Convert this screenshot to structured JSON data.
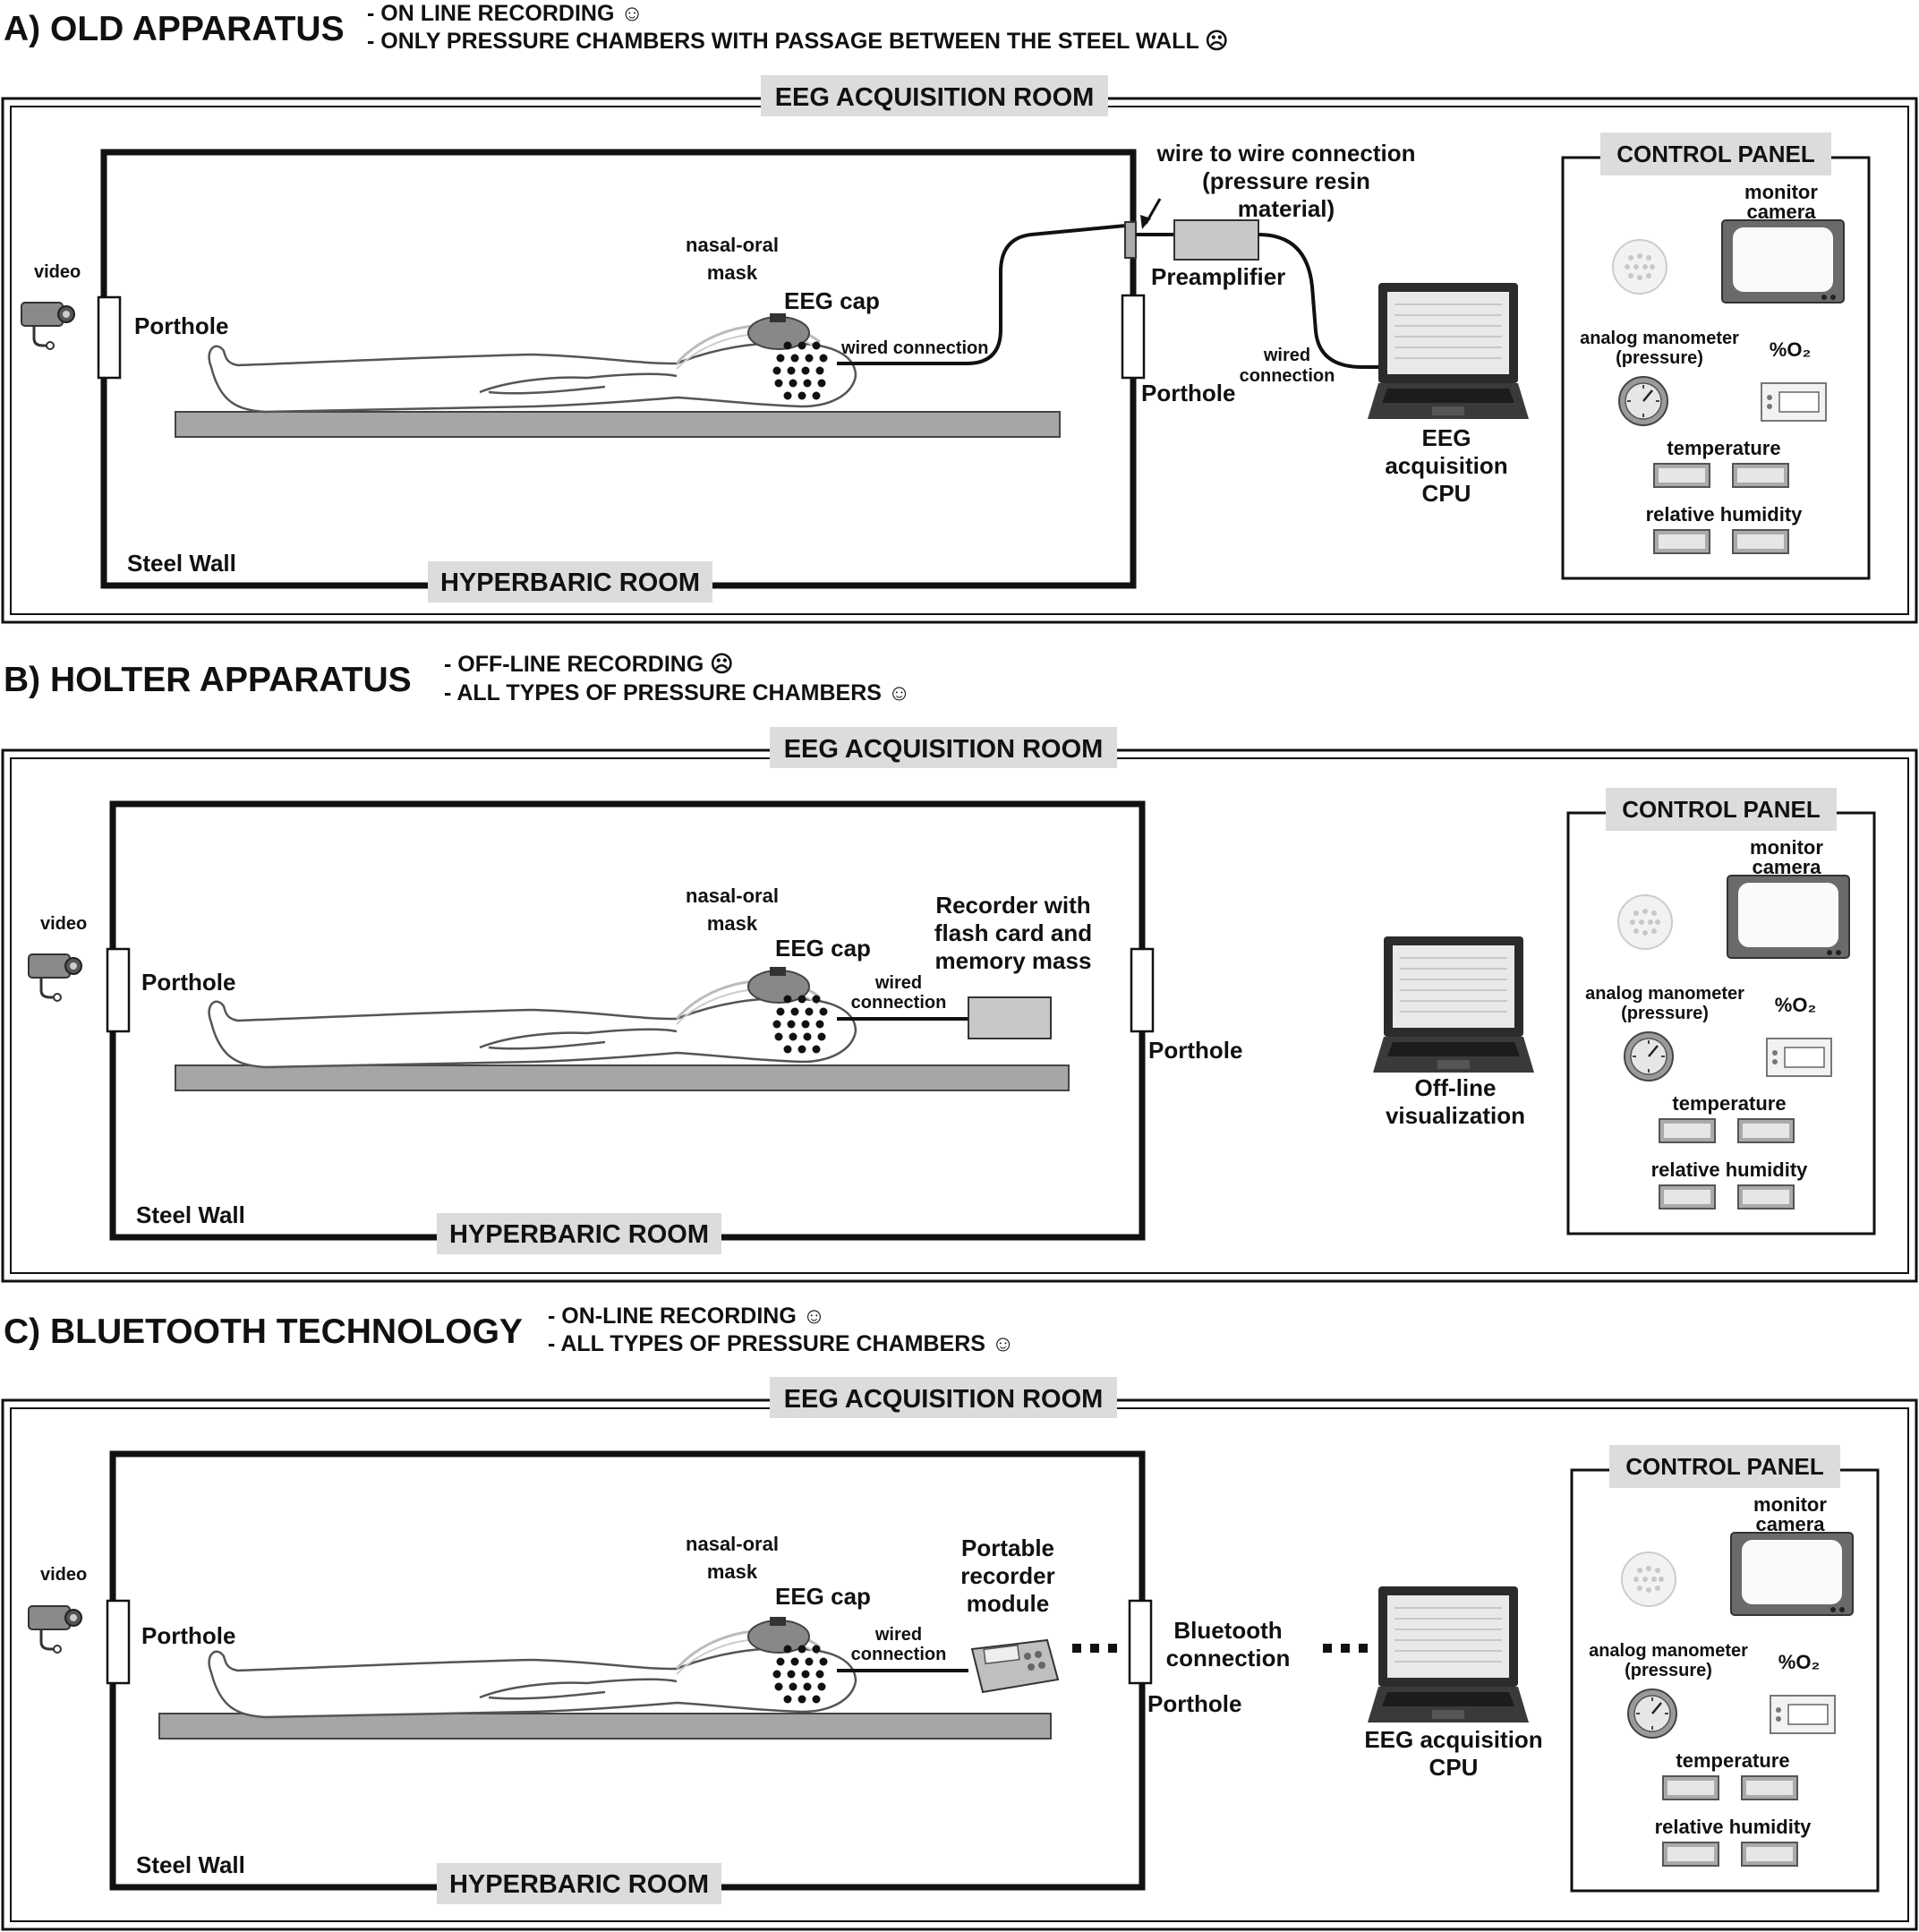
{
  "panels": [
    {
      "id": "a",
      "title": "A) OLD APPARATUS",
      "notes": [
        "- ON LINE RECORDING ☺",
        "- ONLY PRESSURE CHAMBERS WITH PASSAGE BETWEEN THE STEEL WALL ☹"
      ],
      "room_label": "EEG ACQUISITION ROOM",
      "chamber_label": "HYPERBARIC ROOM",
      "steel_wall": "Steel Wall",
      "video": "video",
      "porthole_left": "Porthole",
      "porthole_right": "Porthole",
      "mask": [
        "nasal-oral",
        "mask"
      ],
      "cap": "EEG cap",
      "inner_connection": [
        "wired connection"
      ],
      "wire_note": [
        "wire to wire connection",
        "(pressure resin",
        "material)"
      ],
      "preamplifier": "Preamplifier",
      "outer_connection": [
        "wired",
        "connection"
      ],
      "computer": [
        "EEG",
        "acquisition",
        "CPU"
      ]
    },
    {
      "id": "b",
      "title": "B) HOLTER APPARATUS",
      "notes": [
        "- OFF-LINE RECORDING ☹",
        "- ALL TYPES OF PRESSURE CHAMBERS ☺"
      ],
      "room_label": "EEG ACQUISITION ROOM",
      "chamber_label": "HYPERBARIC ROOM",
      "steel_wall": "Steel Wall",
      "video": "video",
      "porthole_left": "Porthole",
      "porthole_right": "Porthole",
      "mask": [
        "nasal-oral",
        "mask"
      ],
      "cap": "EEG cap",
      "inner_connection": [
        "wired",
        "connection"
      ],
      "recorder": [
        "Recorder with",
        "flash card and",
        "memory mass"
      ],
      "computer": [
        "Off-line",
        "visualization"
      ]
    },
    {
      "id": "c",
      "title": "C) BLUETOOTH TECHNOLOGY",
      "notes": [
        "- ON-LINE RECORDING ☺",
        "- ALL TYPES OF PRESSURE CHAMBERS ☺"
      ],
      "room_label": "EEG ACQUISITION ROOM",
      "chamber_label": "HYPERBARIC ROOM",
      "steel_wall": "Steel Wall",
      "video": "video",
      "porthole_left": "Porthole",
      "porthole_right": "Porthole",
      "mask": [
        "nasal-oral",
        "mask"
      ],
      "cap": "EEG cap",
      "inner_connection": [
        "wired",
        "connection"
      ],
      "recorder": [
        "Portable",
        "recorder",
        "module"
      ],
      "bluetooth": [
        "Bluetooth",
        "connection"
      ],
      "computer": [
        "EEG acquisition",
        "CPU"
      ]
    }
  ],
  "control_panel": {
    "title": "CONTROL PANEL",
    "monitor": [
      "monitor",
      "camera"
    ],
    "manometer": [
      "analog manometer",
      "(pressure)"
    ],
    "oxygen": "%O₂",
    "temperature": "temperature",
    "humidity": "relative humidity"
  },
  "colors": {
    "label_box": "#dcdcdc",
    "table": "#a6a6a6",
    "device": "#c8c8c8",
    "laptop": "#2b2b2b"
  }
}
